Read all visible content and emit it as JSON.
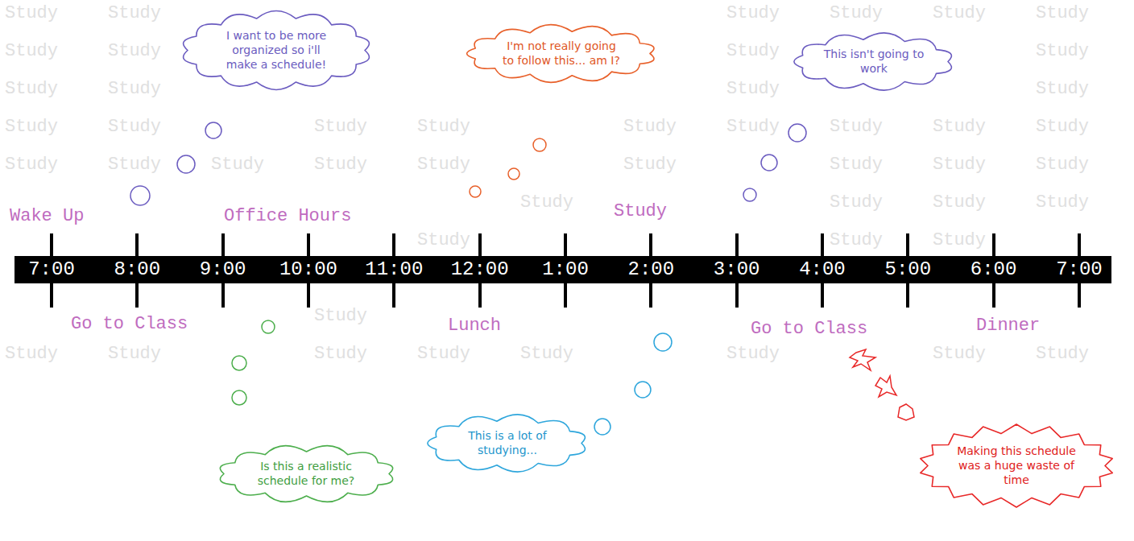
{
  "diagram": {
    "nodes": [
      {
        "text": [
          "I want to be more organized so i'll make a schedule!"
        ]
      },
      {
        "text": [
          "I'm not really going to follow this... am I?"
        ]
      },
      {
        "text": [
          "This isn't going to work"
        ]
      },
      {
        "text": [
          "7:00",
          "8:00",
          "9:00",
          "10:00",
          "11:00",
          "12:00",
          "1:00",
          "2:00",
          "3:00",
          "4:00",
          "5:00",
          "6:00",
          "7:00"
        ]
      },
      {
        "text": [
          "Is this a realistic schedule for me?"
        ]
      },
      {
        "text": [
          "This is a lot of studying..."
        ]
      },
      {
        "text": [
          "Making this schedule was a huge waste of time"
        ]
      }
    ],
    "labels": [
      "Wake Up",
      "Office Hours",
      "Study",
      "Go to Class",
      "Lunch",
      "Go to Class",
      "Dinner",
      "Study",
      "Study",
      "Study",
      "Study",
      "Study",
      "Study",
      "Study",
      "Study",
      "Study",
      "Study",
      "Study",
      "Study",
      "Study",
      "Study",
      "Study",
      "Study",
      "Study",
      "Study",
      "Study",
      "Study",
      "Study",
      "Study",
      "Study",
      "Study",
      "Study",
      "Study",
      "Study",
      "Study",
      "Study",
      "Study",
      "Study",
      "Study",
      "Study",
      "Study",
      "Study",
      "Study",
      "Study",
      "Study",
      "Study",
      "Study",
      "Study",
      "Study",
      "Study",
      "Study",
      "Study",
      "Study",
      "Study",
      "Study"
    ]
  }
}
